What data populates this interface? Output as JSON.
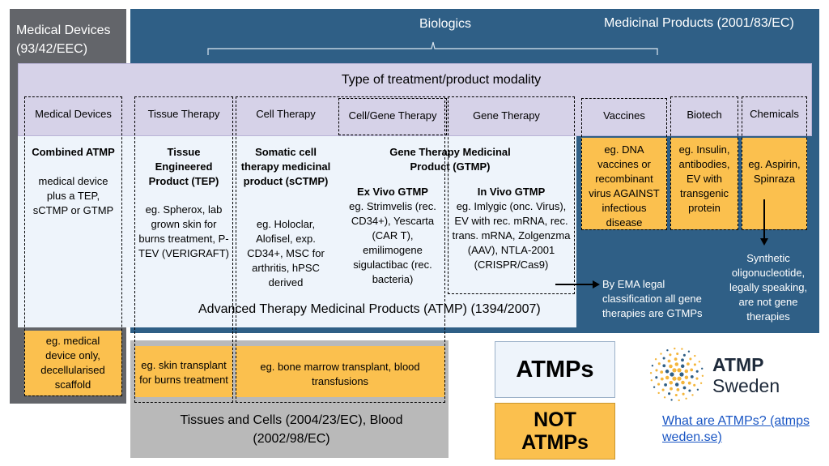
{
  "regions": {
    "medical_devices": {
      "label": "Medical Devices (93/42/EEC)",
      "color": "#63656a"
    },
    "biologics": {
      "label": "Biologics",
      "color": "#2f5f86"
    },
    "medicinal_products": {
      "label": "Medicinal Products (2001/83/EC)"
    },
    "tissues_cells": {
      "label": "Tissues and Cells (2004/23/EC), Blood (2002/98/EC)",
      "color": "#b9b9b9"
    }
  },
  "modality_header": {
    "label": "Type of treatment/product modality",
    "color": "#d6d2e8"
  },
  "modalities": [
    {
      "label": "Medical Devices"
    },
    {
      "label": "Tissue Therapy"
    },
    {
      "label": "Cell Therapy"
    },
    {
      "label": "Cell/Gene Therapy"
    },
    {
      "label": "Gene Therapy"
    },
    {
      "label": "Vaccines"
    },
    {
      "label": "Biotech"
    },
    {
      "label": "Chemicals"
    }
  ],
  "atmp_box": {
    "label": "Advanced Therapy Medicinal Products (ATMP) (1394/2007)",
    "color": "#eef4fb"
  },
  "atmp_cells": {
    "combined": {
      "title": "Combined ATMP",
      "body": "medical device plus a TEP, sCTMP or GTMP"
    },
    "tep": {
      "title": "Tissue Engineered Product (TEP)",
      "body": "eg. Spherox, lab grown skin for burns treatment, P-TEV (VERIGRAFT)"
    },
    "sctmp": {
      "title": "Somatic cell therapy medicinal product (sCTMP)",
      "body": "eg. Holoclar, Alofisel, exp. CD34+, MSC for arthritis, hPSC derived"
    },
    "gtmp": {
      "title": "Gene Therapy Medicinal Product (GTMP)"
    },
    "ex_vivo": {
      "title": "Ex Vivo GTMP",
      "body": "eg. Strimvelis (rec. CD34+), Yescarta (CAR T), emilimogene sigulactibac (rec. bacteria)"
    },
    "in_vivo": {
      "title": "In Vivo GTMP",
      "body": "eg. Imlygic (onc. Virus), EV with rec. mRNA, rec. trans. mRNA, Zolgenzma (AAV), NTLA-2001 (CRISPR/Cas9)"
    }
  },
  "non_atmp_examples": {
    "vaccines": "eg. DNA vaccines or recombinant virus AGAINST infectious disease",
    "biotech": "eg. Insulin, antibodies, EV with transgenic protein",
    "chemicals": "eg. Aspirin, Spinraza",
    "medical_device": "eg. medical device only, decellularised scaffold",
    "skin": "eg. skin transplant for burns treatment",
    "bone_marrow": "eg. bone marrow transplant, blood transfusions",
    "color": "#fbc04e"
  },
  "notes": {
    "ema": "By EMA legal classification all gene therapies are GTMPs",
    "synthetic": "Synthetic oligonucleotide, legally speaking, are not gene therapies"
  },
  "legend": {
    "atmps": {
      "label": "ATMPs",
      "color": "#eef4fb"
    },
    "not_atmps": {
      "label": "NOT ATMPs",
      "color": "#fbc04e"
    }
  },
  "logo": {
    "line1": "ATMP",
    "line2": "Sweden",
    "dot_colors": [
      "#f4b63c",
      "#2f5f86"
    ]
  },
  "link": {
    "text": "What are ATMPs? (atmpsweden.se)",
    "color": "#1a56c4"
  }
}
